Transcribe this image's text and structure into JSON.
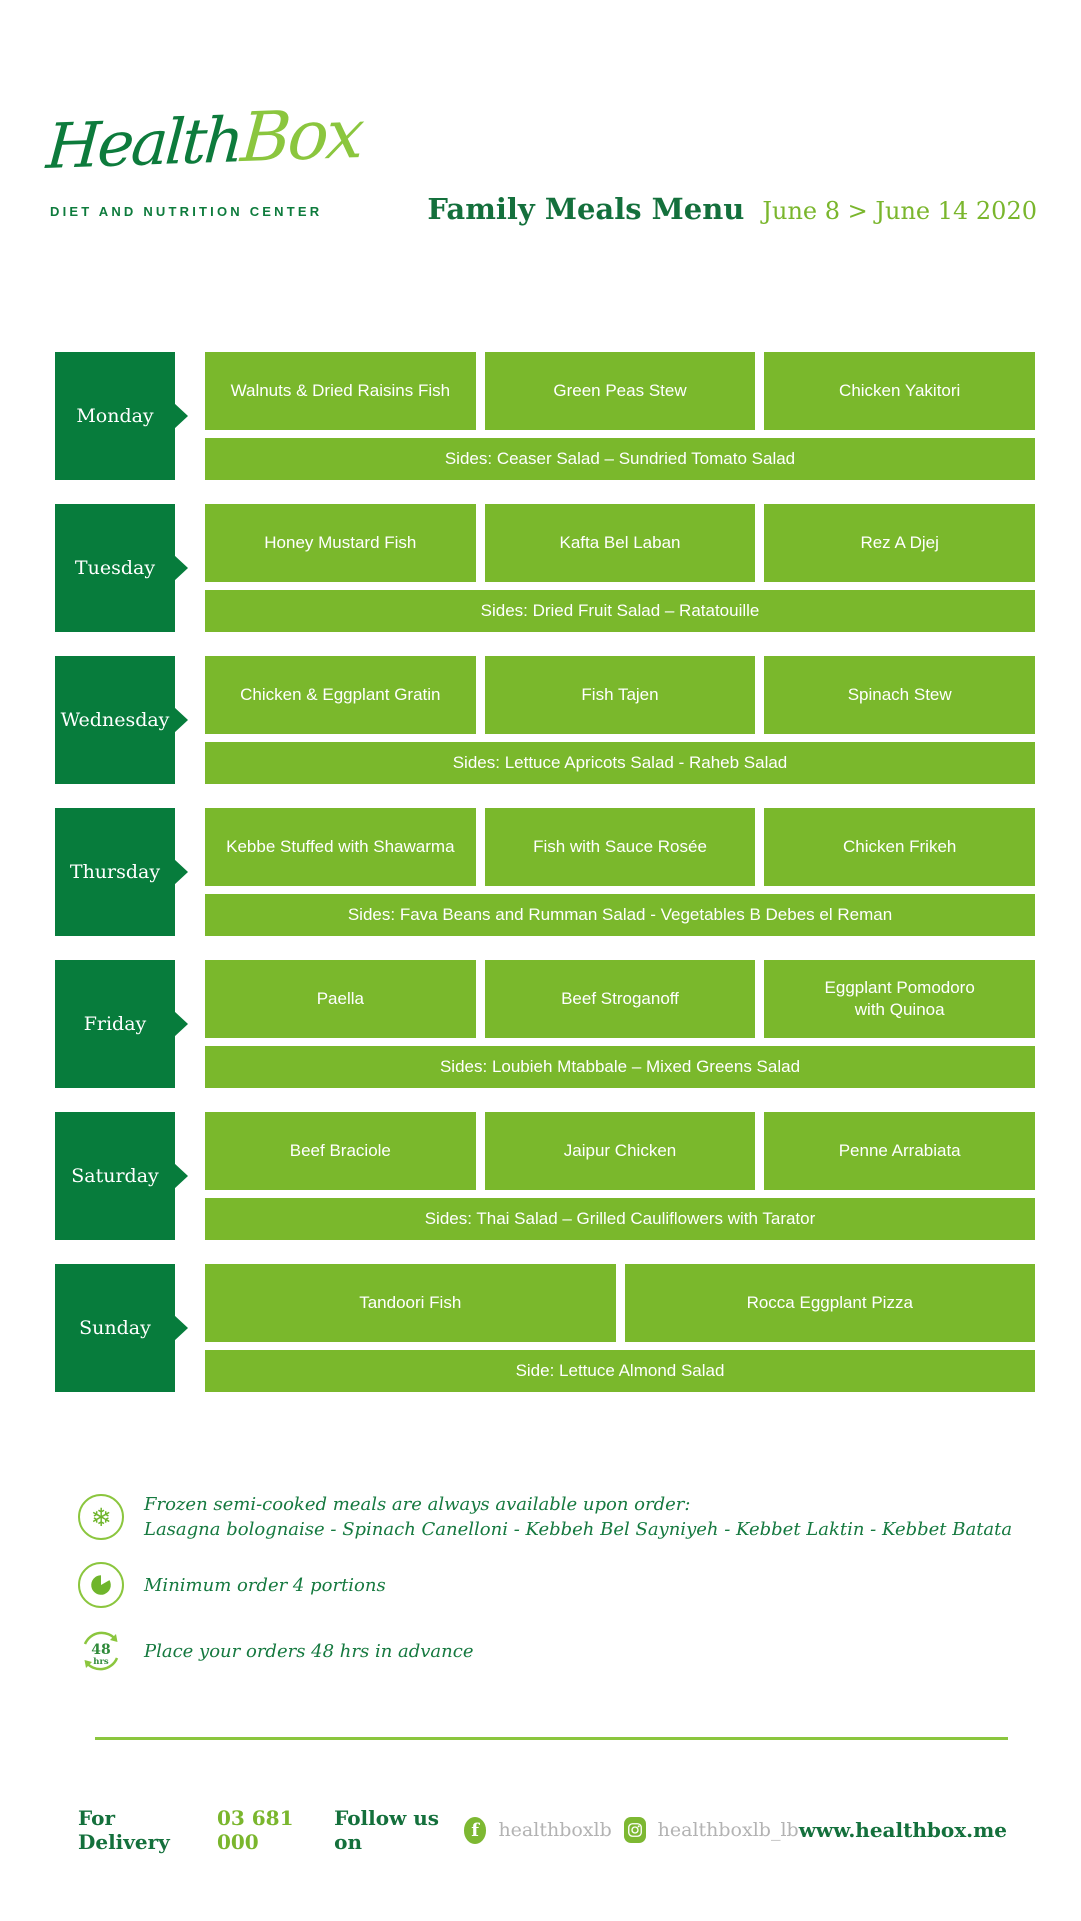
{
  "brand": {
    "logo_health": "Health",
    "logo_box": "Box",
    "tagline": "DIET AND NUTRITION CENTER"
  },
  "header": {
    "title": "Family Meals Menu",
    "date_range": "June 8 > June 14 2020"
  },
  "menu": {
    "days": [
      {
        "day": "Monday",
        "meals": [
          "Walnuts & Dried Raisins Fish",
          "Green Peas Stew",
          "Chicken Yakitori"
        ],
        "sides": "Sides: Ceaser Salad – Sundried Tomato Salad"
      },
      {
        "day": "Tuesday",
        "meals": [
          "Honey Mustard Fish",
          "Kafta Bel Laban",
          "Rez A Djej"
        ],
        "sides": "Sides: Dried Fruit Salad – Ratatouille"
      },
      {
        "day": "Wednesday",
        "meals": [
          "Chicken & Eggplant Gratin",
          "Fish Tajen",
          "Spinach Stew"
        ],
        "sides": "Sides: Lettuce Apricots Salad - Raheb Salad"
      },
      {
        "day": "Thursday",
        "meals": [
          "Kebbe Stuffed with Shawarma",
          "Fish with Sauce Rosée",
          "Chicken Frikeh"
        ],
        "sides": "Sides: Fava Beans and Rumman Salad - Vegetables B Debes el Reman"
      },
      {
        "day": "Friday",
        "meals": [
          "Paella",
          "Beef Stroganoff",
          "Eggplant Pomodoro\nwith Quinoa"
        ],
        "sides": "Sides: Loubieh Mtabbale – Mixed Greens Salad"
      },
      {
        "day": "Saturday",
        "meals": [
          "Beef Braciole",
          "Jaipur Chicken",
          "Penne Arrabiata"
        ],
        "sides": "Sides: Thai Salad – Grilled Cauliflowers with Tarator"
      },
      {
        "day": "Sunday",
        "meals": [
          "Tandoori Fish",
          "Rocca Eggplant Pizza"
        ],
        "sides": "Side: Lettuce Almond Salad"
      }
    ]
  },
  "notes": [
    {
      "icon": "snowflake-icon",
      "lines": [
        "Frozen semi-cooked meals are always available upon order:",
        "Lasagna bolognaise - Spinach Canelloni - Kebbeh Bel Sayniyeh - Kebbet Laktin - Kebbet Batata"
      ]
    },
    {
      "icon": "pie-chart-icon",
      "lines": [
        "Minimum order 4 portions"
      ]
    },
    {
      "icon": "48hrs-icon",
      "badge_number": "48",
      "badge_unit": "hrs",
      "lines": [
        "Place your orders 48 hrs in advance"
      ]
    }
  ],
  "footer": {
    "delivery_label": "For Delivery",
    "delivery_phone": "03 681 000",
    "follow_label": "Follow us on",
    "facebook_handle": "healthboxlb",
    "instagram_handle": "healthboxlb_lb",
    "website": "www.healthbox.me",
    "facebook_glyph": "f"
  },
  "colors": {
    "day_block_green": "#077c3c",
    "meal_block_green": "#7ab82c",
    "accent_light_green": "#8bc63e",
    "header_dark_green": "#14703c",
    "date_green": "#7ab62d",
    "note_green": "#15793f",
    "handle_gray": "#b3b3b3"
  }
}
